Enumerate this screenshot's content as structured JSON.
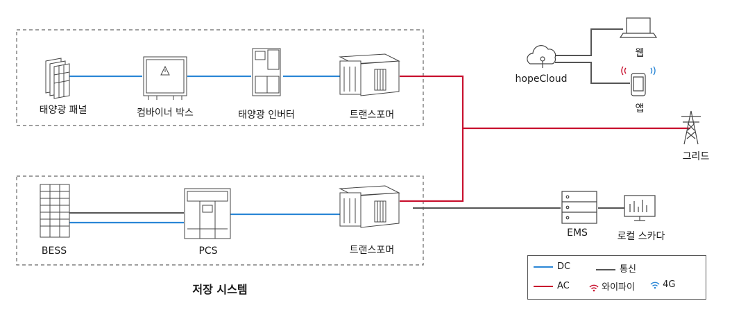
{
  "colors": {
    "dc": "#2a86d6",
    "ac": "#c8102e",
    "comm": "#555555",
    "box": "#666666",
    "icon": "#444444"
  },
  "labels": {
    "solar_panel": "태양광 패널",
    "combiner_box": "컴바이너 박스",
    "solar_inverter": "태양광 인버터",
    "transformer_top": "트랜스포머",
    "transformer_bottom": "트랜스포머",
    "bess": "BESS",
    "pcs": "PCS",
    "hopecloud": "hopeCloud",
    "web": "웹",
    "app": "앱",
    "grid": "그리드",
    "ems": "EMS",
    "local_scada": "로컬 스카다",
    "storage_system": "저장 시스템"
  },
  "legend": {
    "dc": "DC",
    "ac": "AC",
    "comm": "통신",
    "wifi": "와이파이",
    "g4": "4G"
  },
  "icons": [
    "solar-panel-icon",
    "combiner-box-icon",
    "inverter-icon",
    "transformer-icon",
    "battery-rack-icon",
    "pcs-icon",
    "cloud-icon",
    "laptop-icon",
    "phone-icon",
    "transmission-tower-icon",
    "ems-server-icon",
    "monitor-icon",
    "wifi-icon",
    "signal-icon"
  ]
}
